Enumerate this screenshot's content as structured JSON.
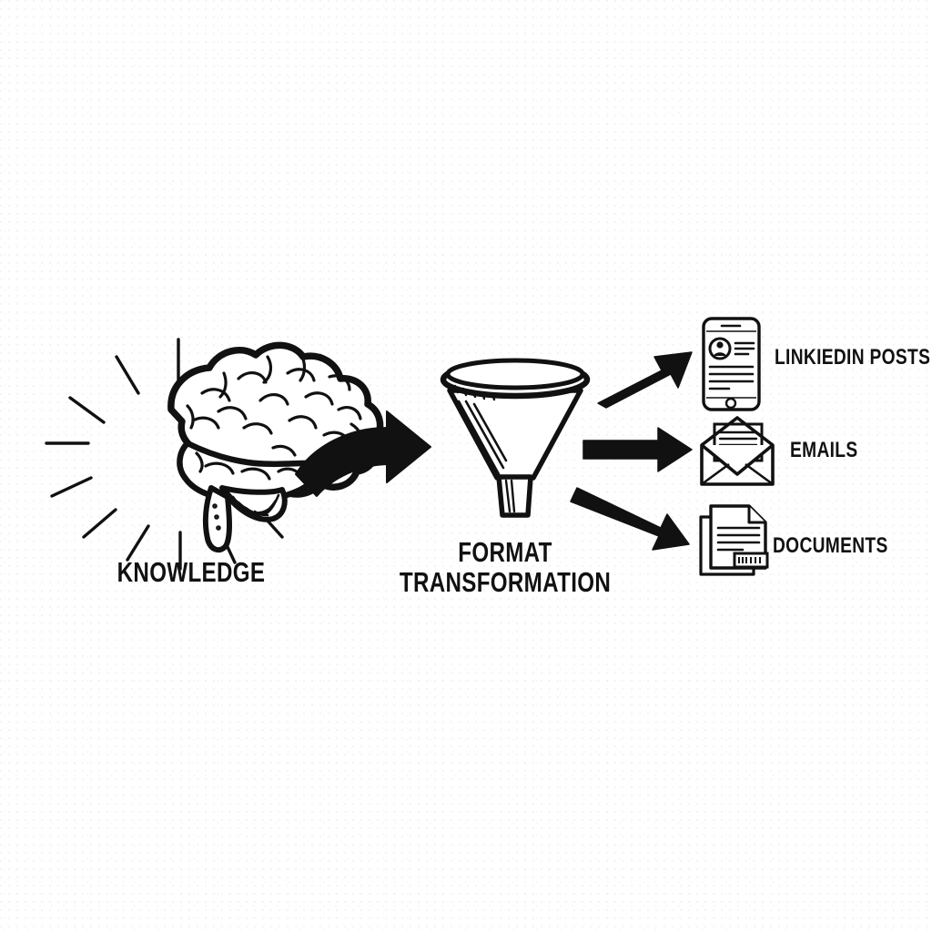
{
  "diagram": {
    "title": "Knowledge to Format Transformation Flow",
    "background_color": "#ffffff",
    "ink_color": "#111111",
    "style": "hand-drawn black and white line illustration",
    "source": {
      "icon": "brain-icon",
      "label": "KNOWLEDGE",
      "decoration": "radiating-rays"
    },
    "process": {
      "icon": "funnel-icon",
      "label_line1": "FORMAT",
      "label_line2": "TRANSFORMATION"
    },
    "flow_arrow": {
      "name": "curved-arrow",
      "direction": "right"
    },
    "outputs": [
      {
        "icon": "smartphone-icon",
        "label": "LINKIEDIN POSTS",
        "arrow": "arrow-up-right"
      },
      {
        "icon": "envelope-icon",
        "label": "EMAILS",
        "arrow": "arrow-right"
      },
      {
        "icon": "documents-icon",
        "label": "DOCUMENTS",
        "arrow": "arrow-down-right"
      }
    ]
  }
}
